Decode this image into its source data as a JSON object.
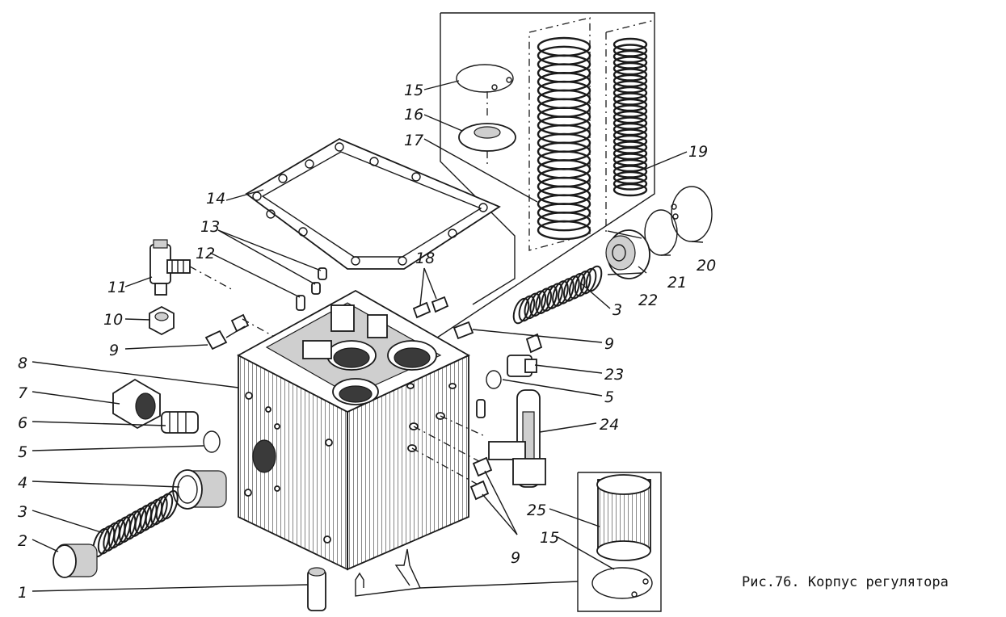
{
  "caption": "Рис.76. Корпус регулятора",
  "callouts": [
    "1",
    "2",
    "3",
    "3",
    "4",
    "5",
    "5",
    "6",
    "7",
    "8",
    "9",
    "9",
    "9",
    "10",
    "11",
    "12",
    "13",
    "14",
    "15",
    "15",
    "16",
    "17",
    "18",
    "19",
    "20",
    "21",
    "22",
    "23",
    "24",
    "25"
  ]
}
